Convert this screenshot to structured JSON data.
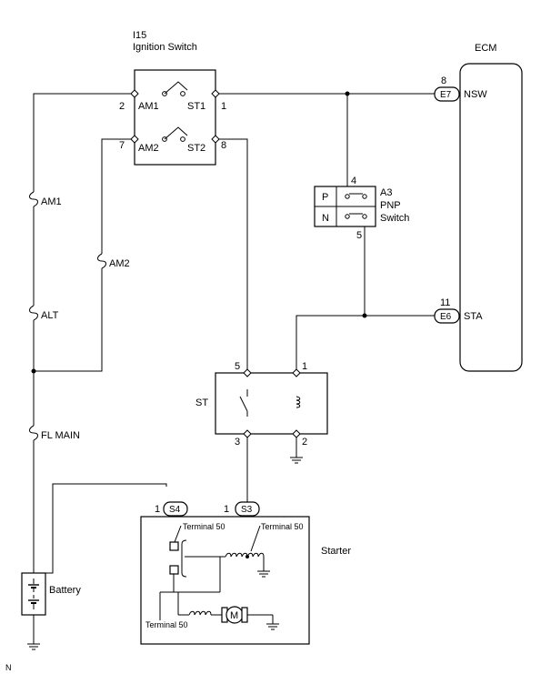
{
  "ignition_switch": {
    "code": "I15",
    "name": "Ignition Switch",
    "terminals": {
      "am1": "AM1",
      "am2": "AM2",
      "st1": "ST1",
      "st2": "ST2"
    },
    "pins": {
      "am1": "2",
      "am2": "7",
      "st1": "1",
      "st2": "8"
    }
  },
  "ecm": {
    "label": "ECM",
    "nsw": {
      "pin": "8",
      "connector": "E7",
      "signal": "NSW"
    },
    "sta": {
      "pin": "11",
      "connector": "E6",
      "signal": "STA"
    }
  },
  "pnp_switch": {
    "code": "A3",
    "name_line1": "PNP",
    "name_line2": "Switch",
    "pos_p": "P",
    "pos_n": "N",
    "pin_top": "4",
    "pin_bottom": "5"
  },
  "fuses": {
    "am1": "AM1",
    "am2": "AM2",
    "alt": "ALT",
    "fl_main": "FL MAIN"
  },
  "st_relay": {
    "label": "ST",
    "pin_5": "5",
    "pin_1": "1",
    "pin_3": "3",
    "pin_2": "2"
  },
  "starter": {
    "label": "Starter",
    "s4": {
      "pin": "1",
      "connector": "S4"
    },
    "s3": {
      "pin": "1",
      "connector": "S3"
    },
    "terminal_50_a": "Terminal 50",
    "terminal_50_b": "Terminal 50",
    "terminal_50_c": "Terminal 50",
    "motor_symbol": "M"
  },
  "battery": {
    "label": "Battery"
  },
  "corner_mark": "N"
}
